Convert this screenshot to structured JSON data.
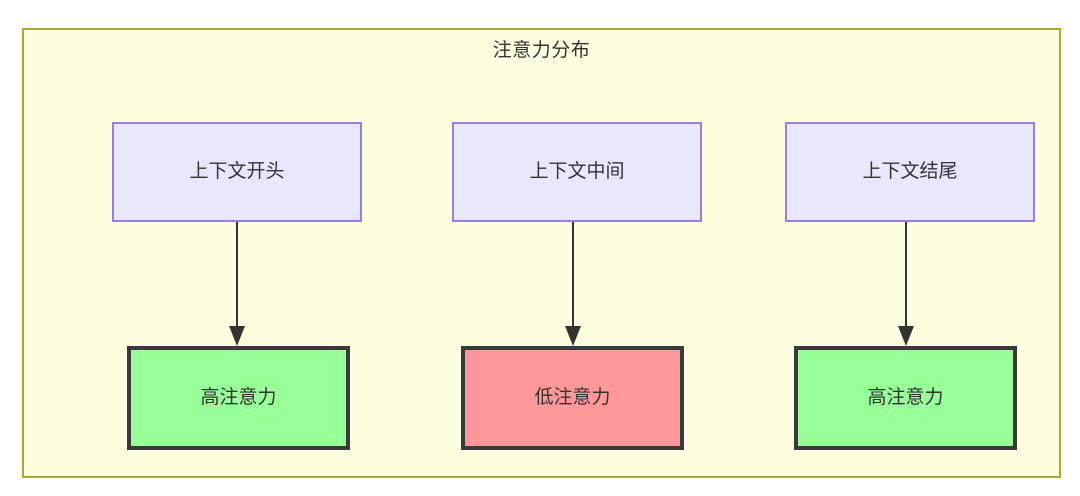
{
  "diagram": {
    "title": "注意力分布",
    "type": "flowchart",
    "colors": {
      "container_fill": "#ffffe0",
      "container_border": "#aaaa33",
      "context_fill": "#e8e8fc",
      "context_border": "#9a7fe0",
      "high_attention_fill": "#99ff99",
      "low_attention_fill": "#ff9999",
      "emphasis_border": "#3a3a3a",
      "text": "#333333",
      "edge": "#333333"
    },
    "columns": [
      {
        "id": "col-a",
        "source": {
          "label": "上下文开头"
        },
        "target": {
          "label": "高注意力",
          "level": "high"
        }
      },
      {
        "id": "col-b",
        "source": {
          "label": "上下文中间"
        },
        "target": {
          "label": "低注意力",
          "level": "low"
        }
      },
      {
        "id": "col-c",
        "source": {
          "label": "上下文结尾"
        },
        "target": {
          "label": "高注意力",
          "level": "high"
        }
      }
    ]
  }
}
